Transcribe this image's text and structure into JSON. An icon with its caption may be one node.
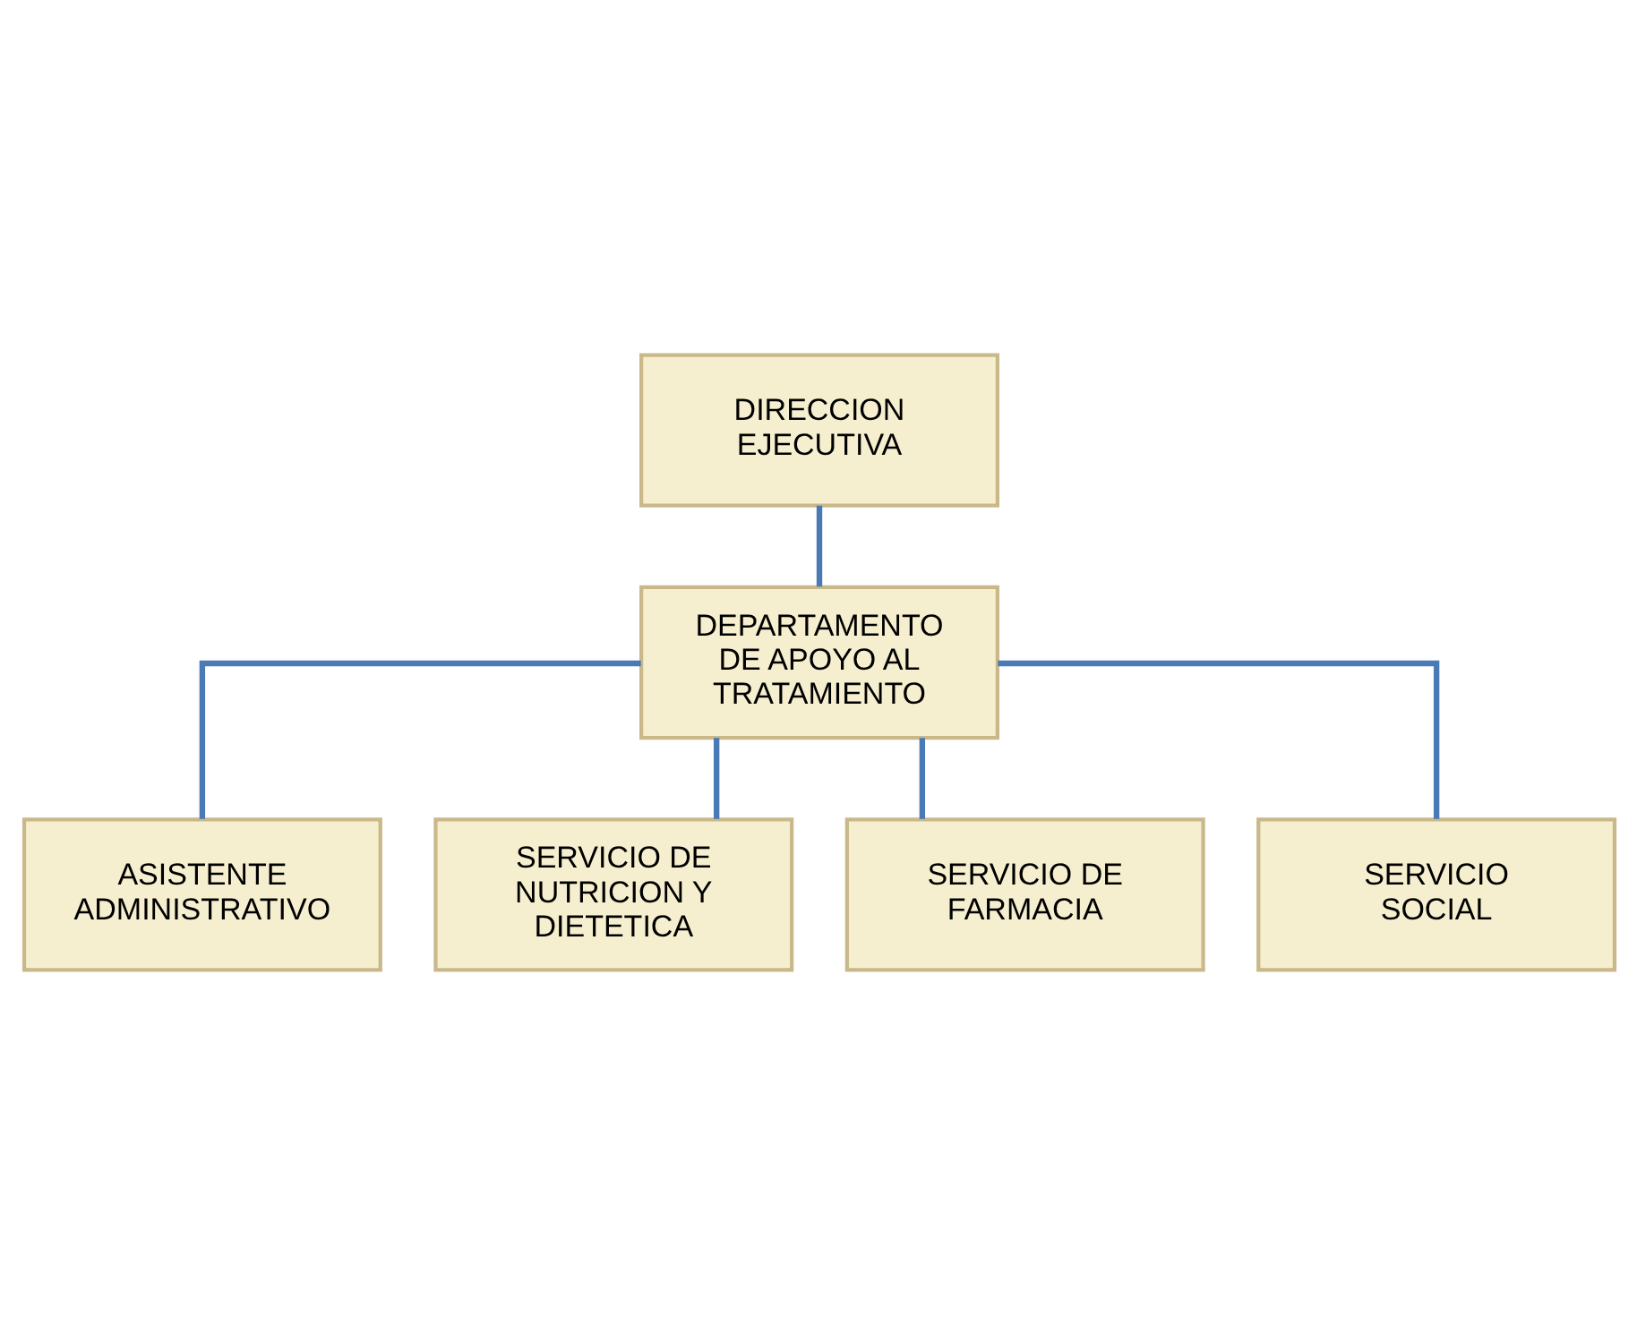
{
  "diagram": {
    "nodes": [
      {
        "text": [
          "DIRECCION EJECUTIVA"
        ]
      },
      {
        "text": [
          "DEPARTAMENTO DE APOYO AL TRATAMIENTO"
        ]
      },
      {
        "text": [
          "ASISTENTE ADMINISTRATIVO"
        ]
      },
      {
        "text": [
          "SERVICIO DE NUTRICION Y DIETETICA"
        ]
      },
      {
        "text": [
          "SERVICIO DE FARMACIA"
        ]
      },
      {
        "text": [
          "SERVICIO SOCIAL"
        ]
      }
    ],
    "edges": [
      {
        "from": 0,
        "to": 1,
        "arrow": "none"
      },
      {
        "from": 1,
        "to": 2,
        "arrow": "none"
      },
      {
        "from": 1,
        "to": 3,
        "arrow": "none"
      },
      {
        "from": 1,
        "to": 4,
        "arrow": "none"
      },
      {
        "from": 1,
        "to": 5,
        "arrow": "none"
      }
    ]
  }
}
